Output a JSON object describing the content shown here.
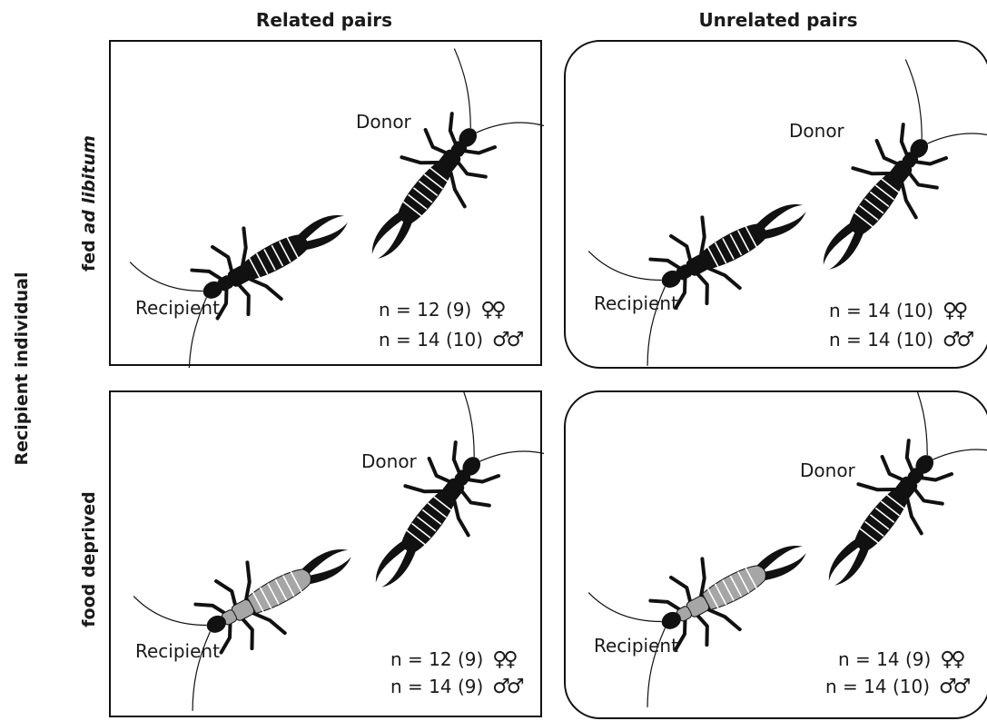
{
  "columns": {
    "related": "Related pairs",
    "unrelated": "Unrelated pairs"
  },
  "row_axis_label": "Recipient individual",
  "rows": {
    "fed": {
      "prefix": "fed ",
      "italic": "ad libitum"
    },
    "deprived": {
      "label": "food deprived"
    }
  },
  "colors": {
    "donor": "#111111",
    "recipient_fed": "#111111",
    "recipient_deprived": "#a6a6a6"
  },
  "panels": {
    "related_fed": {
      "donor": "Donor",
      "recipient": "Recipient",
      "females": {
        "text": "n = 12   (9)",
        "symbol": "♀♀"
      },
      "males": {
        "text": "n = 14 (10)",
        "symbol": "♂♂"
      }
    },
    "unrelated_fed": {
      "donor": "Donor",
      "recipient": "Recipient",
      "females": {
        "text": "n = 14 (10)",
        "symbol": "♀♀"
      },
      "males": {
        "text": "n = 14 (10)",
        "symbol": "♂♂"
      }
    },
    "related_deprived": {
      "donor": "Donor",
      "recipient": "Recipient",
      "females": {
        "text": "n = 12 (9)",
        "symbol": "♀♀"
      },
      "males": {
        "text": "n = 14 (9)",
        "symbol": "♂♂"
      }
    },
    "unrelated_deprived": {
      "donor": "Donor",
      "recipient": "Recipient",
      "females": {
        "text": "n = 14 (9)",
        "symbol": "♀♀"
      },
      "males": {
        "text": "n = 14 (10)",
        "symbol": "♂♂"
      }
    }
  }
}
